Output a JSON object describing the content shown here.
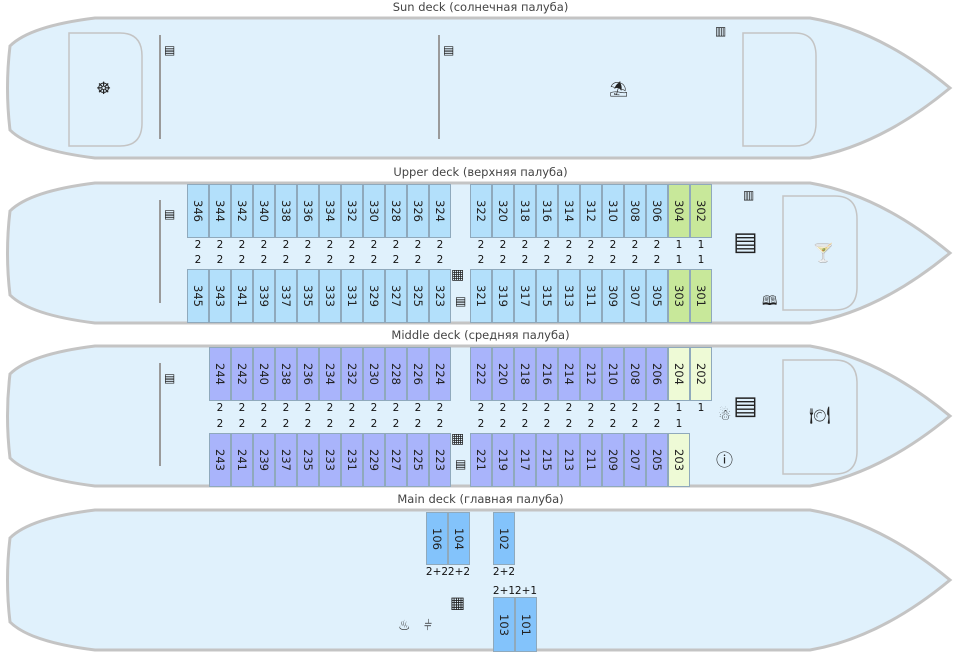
{
  "colors": {
    "hull_fill": "#e0f1fc",
    "hull_stroke": "#c4c4c4",
    "upper_cabin": "#b3e0fb",
    "upper_suite": "#c8e89a",
    "middle_cabin": "#a9b4fb",
    "middle_suite": "#eefad6",
    "main_cabin": "#83c3fb"
  },
  "decks": {
    "sun": {
      "title": "Sun deck (солнечная палуба)",
      "icons": [
        "helm-icon",
        "stairs-icon",
        "stairs-icon",
        "stairs-icon",
        "sunbed-umbrella-icon"
      ]
    },
    "upper": {
      "title": "Upper deck (верхняя палуба)",
      "top_row_left": [
        {
          "num": "346",
          "cap": "2"
        },
        {
          "num": "344",
          "cap": "2"
        },
        {
          "num": "342",
          "cap": "2"
        },
        {
          "num": "340",
          "cap": "2"
        },
        {
          "num": "338",
          "cap": "2"
        },
        {
          "num": "336",
          "cap": "2"
        },
        {
          "num": "334",
          "cap": "2"
        },
        {
          "num": "332",
          "cap": "2"
        },
        {
          "num": "330",
          "cap": "2"
        },
        {
          "num": "328",
          "cap": "2"
        },
        {
          "num": "326",
          "cap": "2"
        },
        {
          "num": "324",
          "cap": "2"
        }
      ],
      "bottom_row_left": [
        {
          "num": "345",
          "cap": "2"
        },
        {
          "num": "343",
          "cap": "2"
        },
        {
          "num": "341",
          "cap": "2"
        },
        {
          "num": "339",
          "cap": "2"
        },
        {
          "num": "337",
          "cap": "2"
        },
        {
          "num": "335",
          "cap": "2"
        },
        {
          "num": "333",
          "cap": "2"
        },
        {
          "num": "331",
          "cap": "2"
        },
        {
          "num": "329",
          "cap": "2"
        },
        {
          "num": "327",
          "cap": "2"
        },
        {
          "num": "325",
          "cap": "2"
        },
        {
          "num": "323",
          "cap": "2"
        }
      ],
      "top_row_right": [
        {
          "num": "322",
          "cap": "2"
        },
        {
          "num": "320",
          "cap": "2"
        },
        {
          "num": "318",
          "cap": "2"
        },
        {
          "num": "316",
          "cap": "2"
        },
        {
          "num": "314",
          "cap": "2"
        },
        {
          "num": "312",
          "cap": "2"
        },
        {
          "num": "310",
          "cap": "2"
        },
        {
          "num": "308",
          "cap": "2"
        },
        {
          "num": "306",
          "cap": "2"
        },
        {
          "num": "304",
          "cap": "1",
          "suite": true
        },
        {
          "num": "302",
          "cap": "1",
          "suite": true
        }
      ],
      "bottom_row_right": [
        {
          "num": "321",
          "cap": "2"
        },
        {
          "num": "319",
          "cap": "2"
        },
        {
          "num": "317",
          "cap": "2"
        },
        {
          "num": "315",
          "cap": "2"
        },
        {
          "num": "313",
          "cap": "2"
        },
        {
          "num": "311",
          "cap": "2"
        },
        {
          "num": "309",
          "cap": "2"
        },
        {
          "num": "307",
          "cap": "2"
        },
        {
          "num": "305",
          "cap": "2"
        },
        {
          "num": "303",
          "cap": "1",
          "suite": true
        },
        {
          "num": "301",
          "cap": "1",
          "suite": true
        }
      ],
      "icons": [
        "stairs-icon",
        "bar-cocktail-icon",
        "library-book-icon"
      ]
    },
    "middle": {
      "title": "Middle deck (средняя палуба)",
      "top_row_left": [
        {
          "num": "244",
          "cap": "2"
        },
        {
          "num": "242",
          "cap": "2"
        },
        {
          "num": "240",
          "cap": "2"
        },
        {
          "num": "238",
          "cap": "2"
        },
        {
          "num": "236",
          "cap": "2"
        },
        {
          "num": "234",
          "cap": "2"
        },
        {
          "num": "232",
          "cap": "2"
        },
        {
          "num": "230",
          "cap": "2"
        },
        {
          "num": "228",
          "cap": "2"
        },
        {
          "num": "226",
          "cap": "2"
        },
        {
          "num": "224",
          "cap": "2"
        }
      ],
      "bottom_row_left": [
        {
          "num": "243",
          "cap": "2"
        },
        {
          "num": "241",
          "cap": "2"
        },
        {
          "num": "239",
          "cap": "2"
        },
        {
          "num": "237",
          "cap": "2"
        },
        {
          "num": "235",
          "cap": "2"
        },
        {
          "num": "233",
          "cap": "2"
        },
        {
          "num": "231",
          "cap": "2"
        },
        {
          "num": "229",
          "cap": "2"
        },
        {
          "num": "227",
          "cap": "2"
        },
        {
          "num": "225",
          "cap": "2"
        },
        {
          "num": "223",
          "cap": "2"
        }
      ],
      "top_row_right": [
        {
          "num": "222",
          "cap": "2"
        },
        {
          "num": "220",
          "cap": "2"
        },
        {
          "num": "218",
          "cap": "2"
        },
        {
          "num": "216",
          "cap": "2"
        },
        {
          "num": "214",
          "cap": "2"
        },
        {
          "num": "212",
          "cap": "2"
        },
        {
          "num": "210",
          "cap": "2"
        },
        {
          "num": "208",
          "cap": "2"
        },
        {
          "num": "206",
          "cap": "2"
        },
        {
          "num": "204",
          "cap": "1",
          "suite": true
        },
        {
          "num": "202",
          "cap": "1",
          "suite": true
        }
      ],
      "bottom_row_right": [
        {
          "num": "221",
          "cap": "2"
        },
        {
          "num": "219",
          "cap": "2"
        },
        {
          "num": "217",
          "cap": "2"
        },
        {
          "num": "215",
          "cap": "2"
        },
        {
          "num": "213",
          "cap": "2"
        },
        {
          "num": "211",
          "cap": "2"
        },
        {
          "num": "209",
          "cap": "2"
        },
        {
          "num": "207",
          "cap": "2"
        },
        {
          "num": "205",
          "cap": "2"
        },
        {
          "num": "203",
          "cap": "1",
          "suite": true
        }
      ],
      "icons": [
        "souvenir-doll-icon",
        "info-icon",
        "restaurant-icon"
      ]
    },
    "main": {
      "title": "Main deck (главная палуба)",
      "top_row": [
        {
          "num": "106",
          "cap": "2+2"
        },
        {
          "num": "104",
          "cap": "2+2"
        },
        {
          "num": "102",
          "cap": "2+2"
        }
      ],
      "bottom_row": [
        {
          "num": "103",
          "cap": "2+1"
        },
        {
          "num": "101",
          "cap": "2+1"
        }
      ],
      "icons": [
        "sauna-icon",
        "gym-dumbbell-icon",
        "stairs-icon"
      ]
    }
  }
}
